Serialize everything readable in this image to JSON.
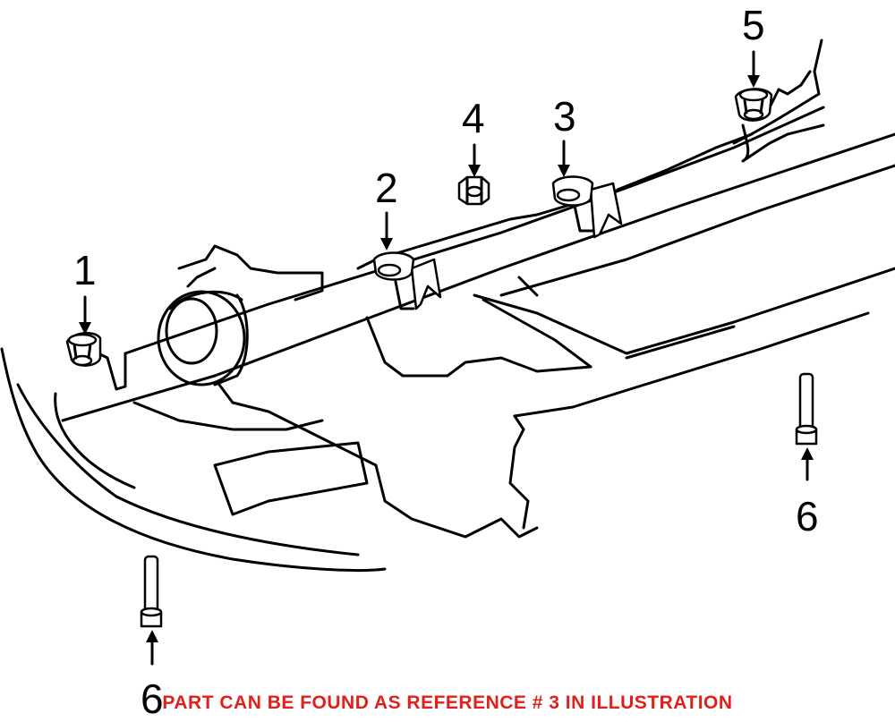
{
  "callouts": {
    "c1": "1",
    "c2": "2",
    "c3": "3",
    "c4": "4",
    "c5": "5",
    "c6a": "6",
    "c6b": "6"
  },
  "caption": "PART CAN BE FOUND AS REFERENCE # 3 IN ILLUSTRATION",
  "colors": {
    "caption": "#e0201b",
    "lines": "#000000"
  }
}
